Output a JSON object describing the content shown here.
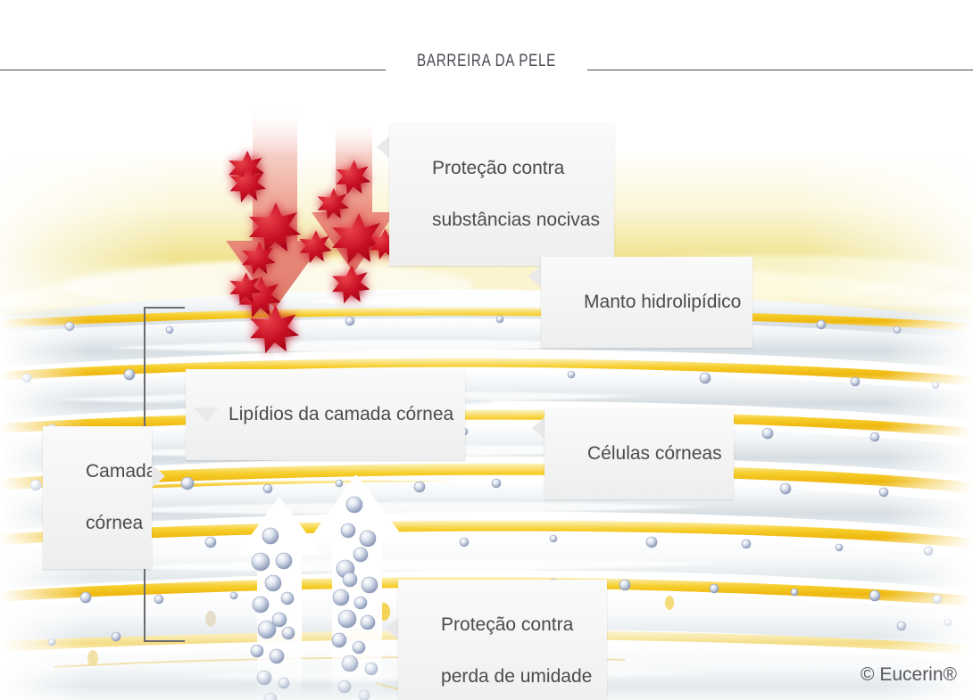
{
  "header": {
    "title": "BARREIRA DA PELE"
  },
  "labels": {
    "harmful": {
      "line1": "Proteção contra",
      "line2": "substâncias nocivas",
      "tab": "left-arrow-tab"
    },
    "hydrolipid": {
      "text": "Manto hidrolipídico",
      "tab": "left-arrow-tab"
    },
    "lipids": {
      "text": "Lipídios da camada córnea",
      "tab": "down-arrow-tab"
    },
    "corneocytes": {
      "text": "Células córneas",
      "tab": "left-arrow-tab"
    },
    "stratum": {
      "line1": "Camada",
      "line2": "córnea",
      "tab": "right-arrow-tab"
    },
    "moisture": {
      "line1": "Proteção contra",
      "line2": "perda de umidade",
      "tab": "left-arrow-tab"
    }
  },
  "footer": {
    "copyright": "© Eucerin®"
  },
  "colors": {
    "background": "#ffffff",
    "rule": "#4a4852",
    "title_text": "#4a4852",
    "label_bg": "#f4f4f4",
    "label_text": "#4b4b4b",
    "bracket": "#6b6b70",
    "lipid_yellow": "#f2c21a",
    "lipid_yellow_light": "#fdeaa0",
    "hydrolipid_film": "#e9dd8e",
    "corneocyte": "#e8ecef",
    "corneocyte_shadow": "#c3cad0",
    "water_droplet": "#a8b4cc",
    "arrow_red_dark": "#c8102e",
    "arrow_red_light": "#f3a79c",
    "arrow_white": "#ffffff"
  },
  "illustration": {
    "name": "skin-barrier-cross-section",
    "down_arrows": 2,
    "up_arrows": 2,
    "harmful_particle_shape": "star",
    "moisture_particle_shape": "droplet"
  }
}
